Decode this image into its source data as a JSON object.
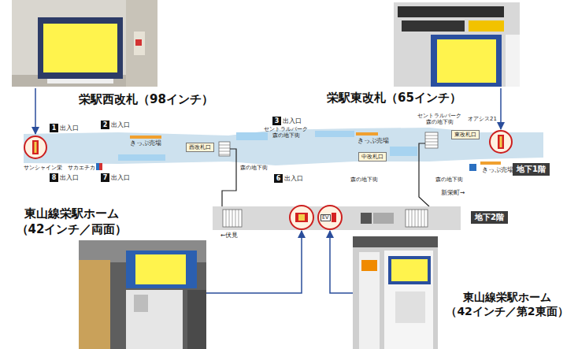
{
  "diagram": {
    "nodes": [
      {
        "text": [
          "1",
          "出入口"
        ]
      },
      {
        "text": [
          "2",
          "出入口"
        ]
      },
      {
        "text": [
          "3",
          "出入口"
        ]
      },
      {
        "text": [
          "西改札口"
        ]
      },
      {
        "text": [
          "中改札口"
        ]
      },
      {
        "text": [
          "東改札口"
        ]
      },
      {
        "text": [
          "8",
          "出入口"
        ]
      },
      {
        "text": [
          "7",
          "出入口"
        ]
      },
      {
        "text": [
          "6",
          "出入口"
        ]
      },
      {
        "text": [
          "地下1階"
        ]
      },
      {
        "text": [
          "EV"
        ]
      },
      {
        "text": [
          "地下2階"
        ]
      }
    ],
    "labels": [
      "栄駅西改札（98インチ）",
      "栄駅東改札（65インチ）",
      "セントラルパーク 森の地下街",
      "セントラルパーク 森の地下街",
      "オアシス21",
      "きっぷ売場",
      "きっぷ売場",
      "森の地下街",
      "サンシャイン栄",
      "サカエチカ",
      "きっぷ売場",
      "森の地下街",
      "森の地下街",
      "新栄町→",
      "←伏見",
      "東山線栄駅ホーム （42インチ／両面）",
      "東山線栄駅ホーム （42インチ／第2東面）"
    ]
  }
}
